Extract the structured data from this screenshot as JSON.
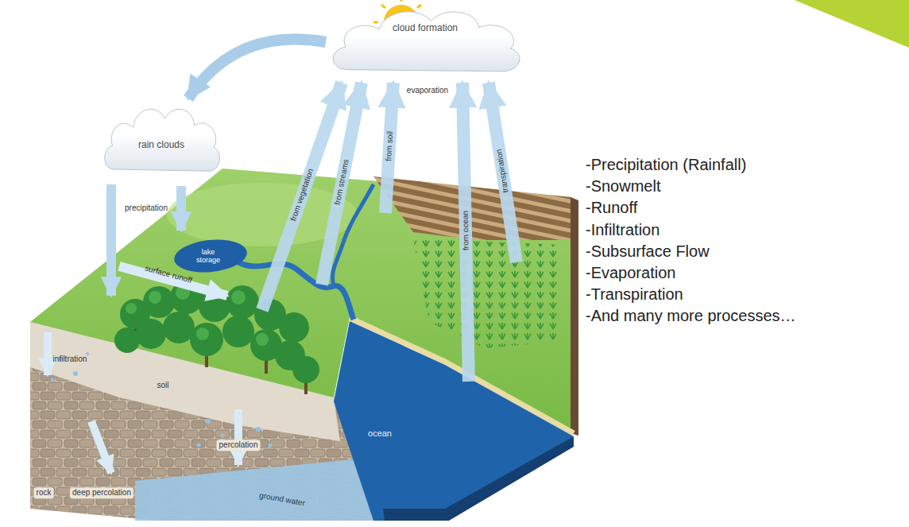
{
  "diagram": {
    "nodes": [
      {
        "text": [
          "cloud formation"
        ]
      },
      {
        "text": [
          "rain clouds"
        ]
      }
    ],
    "edges": [
      {
        "from": 0,
        "to": 1,
        "arrow": "to"
      }
    ],
    "labels": [
      "precipitation",
      "lake storage",
      "surface runoff",
      "from vegetation",
      "from streams",
      "from soil",
      "evaporation",
      "from ocean",
      "transpiration",
      "infiltration",
      "soil",
      "rock",
      "deep percolation",
      "percolation",
      "ground water",
      "ocean",
      "-Precipitation (Rainfall)",
      "-Snowmelt",
      "-Runoff",
      "-Infiltration",
      "-Subsurface Flow",
      "-Evaporation",
      "-Transpiration",
      "-And many more processes…"
    ]
  }
}
